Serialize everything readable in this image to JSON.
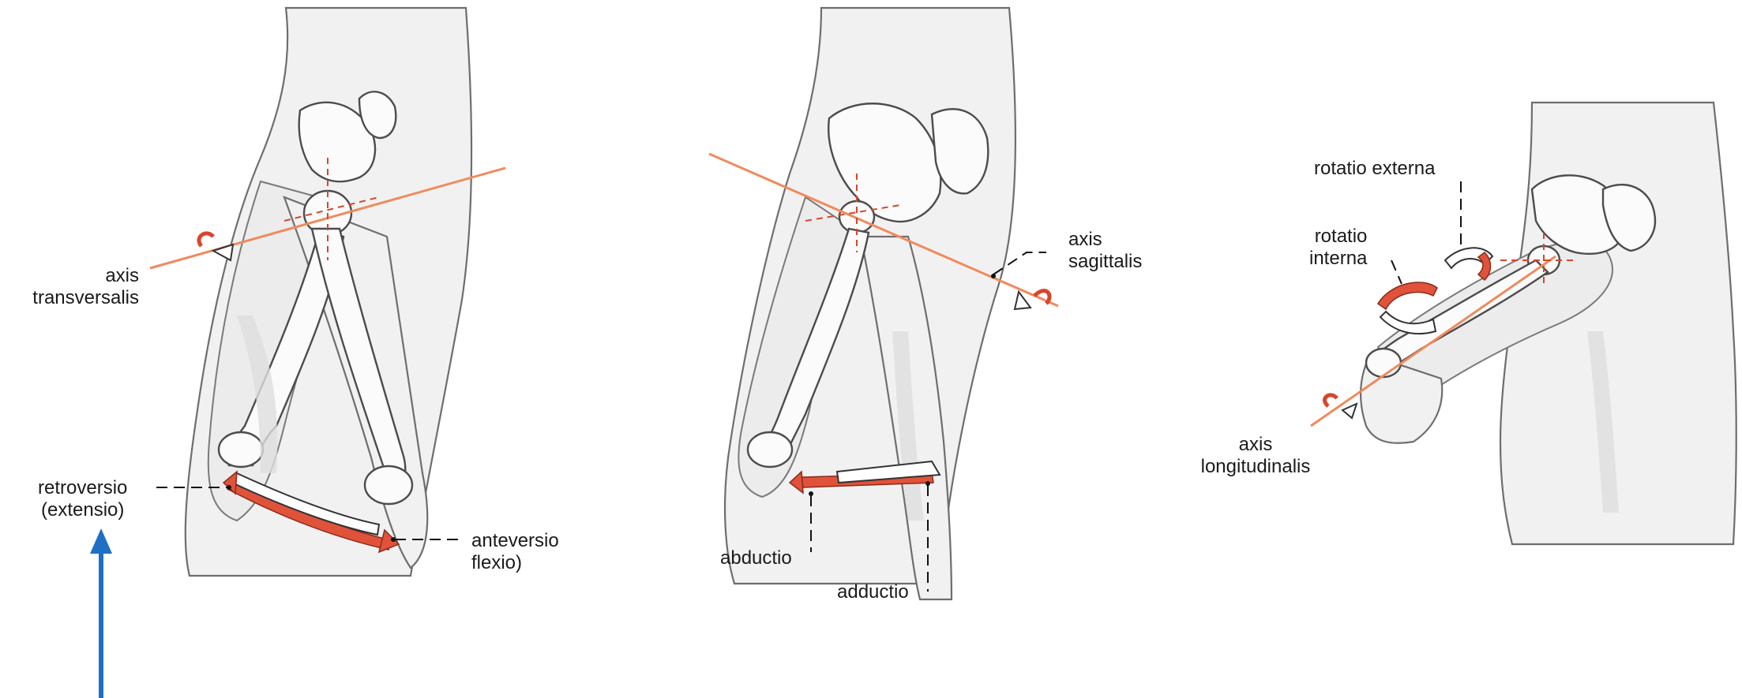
{
  "panels": [
    {
      "axis_label": [
        "axis",
        "transversalis"
      ],
      "motion_labels": {
        "back": [
          "retroversio",
          "(extensio)"
        ],
        "front": [
          "anteversio",
          "flexio)"
        ]
      }
    },
    {
      "axis_label": [
        "axis",
        "sagittalis"
      ],
      "motion_labels": {
        "away": "abductio",
        "toward": "adductio"
      }
    },
    {
      "axis_label": [
        "axis",
        "longitudinalis"
      ],
      "motion_labels": {
        "external": "rotatio externa",
        "internal": [
          "rotatio",
          "interna"
        ]
      }
    }
  ],
  "pointer": {
    "color": "#1f6fc4",
    "target": "retroversio (extensio)"
  },
  "colors": {
    "axis": "#f08a5d",
    "motion_arrow": "#e0533a",
    "dashed_axes": "#d9452b"
  }
}
